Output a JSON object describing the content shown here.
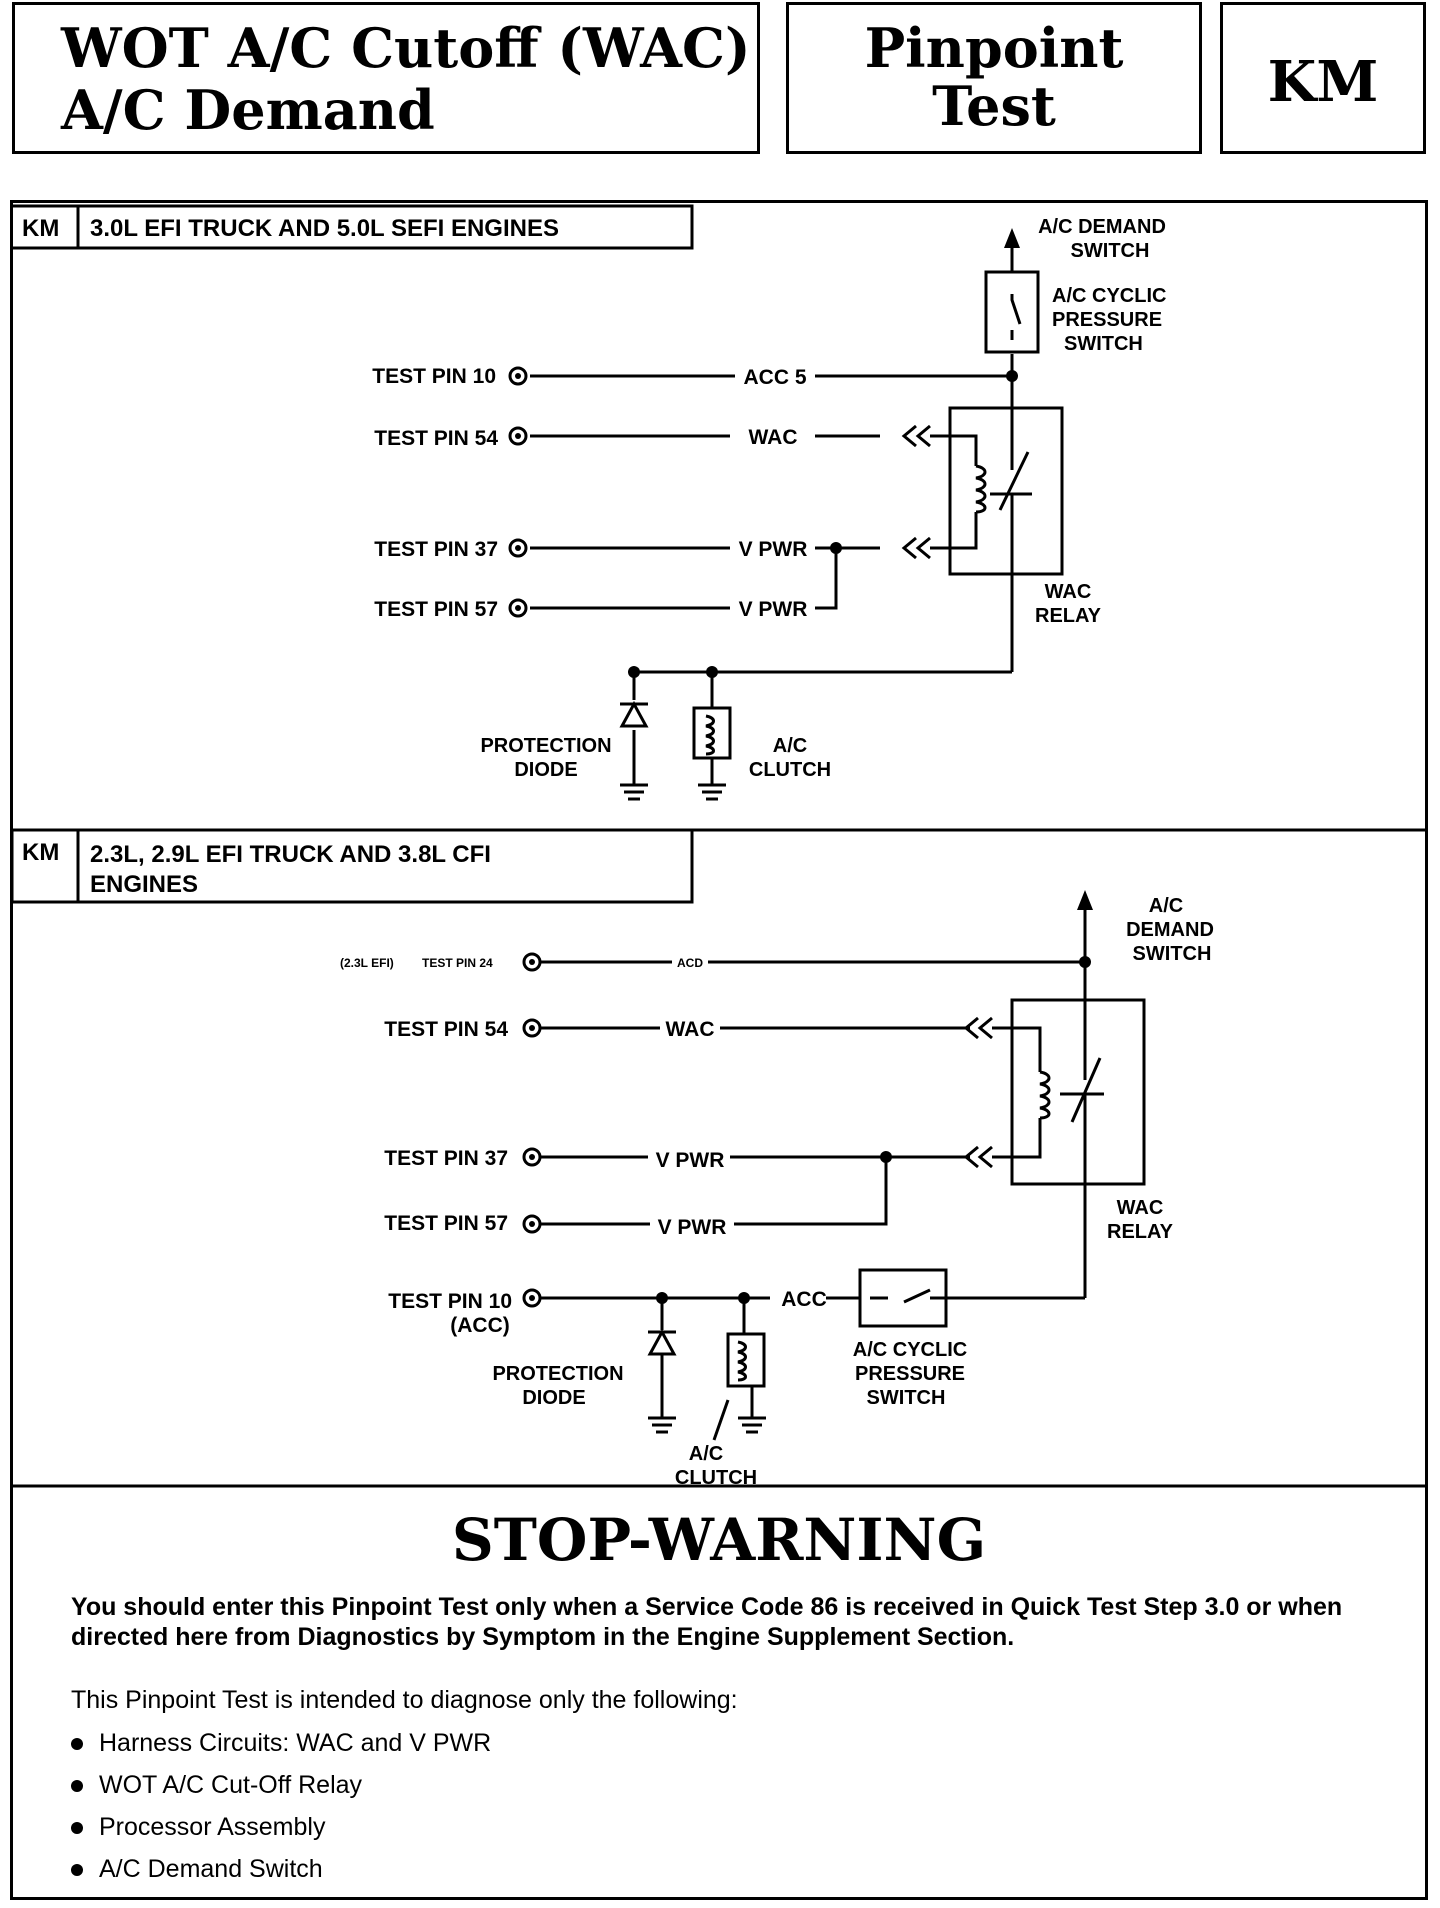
{
  "header": {
    "title_line1": "WOT A/C Cutoff (WAC)",
    "title_line2": "A/C Demand",
    "pinpoint_line1": "Pinpoint",
    "pinpoint_line2": "Test",
    "code": "KM"
  },
  "diagram1": {
    "tag": "KM",
    "heading": "3.0L EFI TRUCK AND 5.0L SEFI ENGINES",
    "pin10": "TEST PIN 10",
    "pin54": "TEST PIN 54",
    "pin37": "TEST PIN 37",
    "pin57": "TEST PIN 57",
    "wire_acc5": "ACC 5",
    "wire_wac": "WAC",
    "wire_vpwr1": "V PWR",
    "wire_vpwr2": "V PWR",
    "demand_switch": [
      "A/C DEMAND",
      "SWITCH"
    ],
    "cyclic_switch": [
      "A/C CYCLIC",
      "PRESSURE",
      "SWITCH"
    ],
    "relay": [
      "WAC",
      "RELAY"
    ],
    "diode": [
      "PROTECTION",
      "DIODE"
    ],
    "clutch": [
      "A/C",
      "CLUTCH"
    ]
  },
  "diagram2": {
    "tag": "KM",
    "heading_line1": "2.3L, 2.9L EFI TRUCK AND 3.8L CFI",
    "heading_line2": "ENGINES",
    "pin24_note": "(2.3L EFI)",
    "pin24": "TEST PIN 24",
    "wire_acd": "ACD",
    "pin54": "TEST PIN 54",
    "wire_wac": "WAC",
    "pin37": "TEST PIN 37",
    "wire_vpwr1": "V PWR",
    "pin57": "TEST PIN 57",
    "wire_vpwr2": "V PWR",
    "pin10": "TEST PIN 10",
    "pin10_note": "(ACC)",
    "wire_acc": "ACC",
    "demand_switch": [
      "A/C",
      "DEMAND",
      "SWITCH"
    ],
    "relay": [
      "WAC",
      "RELAY"
    ],
    "cyclic_switch": [
      "A/C CYCLIC",
      "PRESSURE",
      "SWITCH"
    ],
    "diode": [
      "PROTECTION",
      "DIODE"
    ],
    "clutch": [
      "A/C",
      "CLUTCH"
    ]
  },
  "warning": {
    "title": "STOP-WARNING",
    "bold_text": "You should enter this Pinpoint Test only when a Service Code 86 is received in Quick Test Step 3.0 or when directed here from Diagnostics by Symptom in the Engine Supplement Section.",
    "intro": "This Pinpoint Test is intended to diagnose only the following:",
    "items": [
      "Harness Circuits: WAC and V PWR",
      "WOT A/C Cut-Off Relay",
      "Processor Assembly",
      "A/C Demand Switch"
    ]
  }
}
